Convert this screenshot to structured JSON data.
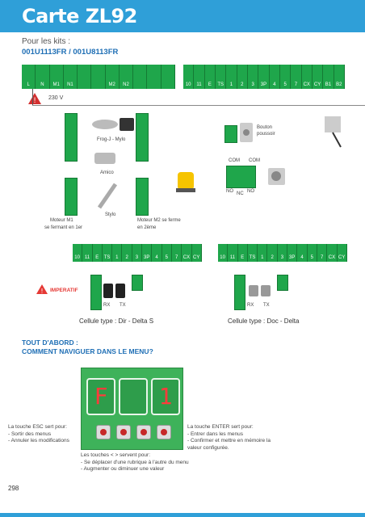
{
  "header": {
    "title": "Carte ZL92",
    "kits_label": "Pour les kits :",
    "kits_codes": "001U1113FR / 001U8113FR"
  },
  "main_strip_left": [
    "L",
    "N",
    "M1",
    "N1",
    "",
    "",
    "M2",
    "N2",
    "",
    "",
    ""
  ],
  "main_strip_right": [
    "10",
    "11",
    "E",
    "TS",
    "1",
    "2",
    "3",
    "3P",
    "4",
    "5",
    "7",
    "CX",
    "CY",
    "B1",
    "B2"
  ],
  "power": {
    "voltage": "230 V"
  },
  "motor_labels": {
    "device1": "Frog-J - Mylo",
    "device2": "Amico",
    "device3": "Stylo",
    "m1_caption_line1": "Moteur M1",
    "m1_caption_line2": "se fermant en 1er",
    "m2_caption_line1": "Moteur M2 se ferme",
    "m2_caption_line2": "en 2ème"
  },
  "button": {
    "label_line1": "Bouton",
    "label_line2": "poussoir",
    "com1": "COM",
    "com2": "COM",
    "no1": "NO",
    "nc": "NC",
    "no2": "NO"
  },
  "lower_strip_left": [
    "10",
    "11",
    "E",
    "TS",
    "1",
    "2",
    "3",
    "3P",
    "4",
    "5",
    "7",
    "CX",
    "CY"
  ],
  "lower_strip_right": [
    "10",
    "11",
    "E",
    "TS",
    "1",
    "2",
    "3",
    "3P",
    "4",
    "5",
    "7",
    "CX",
    "CY"
  ],
  "cells": {
    "imperative": "IMPERATIF",
    "rx1": "RX",
    "tx1": "TX",
    "rx2": "RX",
    "tx2": "TX",
    "caption_left": "Cellule type : Dir - Delta S",
    "caption_right": "Cellule type : Doc - Delta"
  },
  "nav_section": {
    "heading_line1": "TOUT D'ABORD :",
    "heading_line2": "COMMENT NAVIGUER DANS LE MENU?",
    "display_char1": "F",
    "display_char2": "",
    "display_char3": "1"
  },
  "notes": {
    "esc_line1": "La touche ESC sert pour:",
    "esc_line2": "- Sortir des menus",
    "esc_line3": "- Annuler les modifications",
    "arrows_line1": "Les touches < > servent pour:",
    "arrows_line2": "- Se déplacer d'une rubrique à l'autre du menu",
    "arrows_line3": "- Augmenter ou diminuer une valeur",
    "enter_line1": "La touche ENTER sert pour:",
    "enter_line2": "- Entrer dans les menus",
    "enter_line3": "- Confirmer et mettre en mémoire la",
    "enter_line4": "valeur configurée."
  },
  "footer": {
    "page_number": "298"
  },
  "colors": {
    "accent": "#2f9fd8",
    "terminal_green": "#1fa64b",
    "warning_red": "#d32f2f"
  }
}
